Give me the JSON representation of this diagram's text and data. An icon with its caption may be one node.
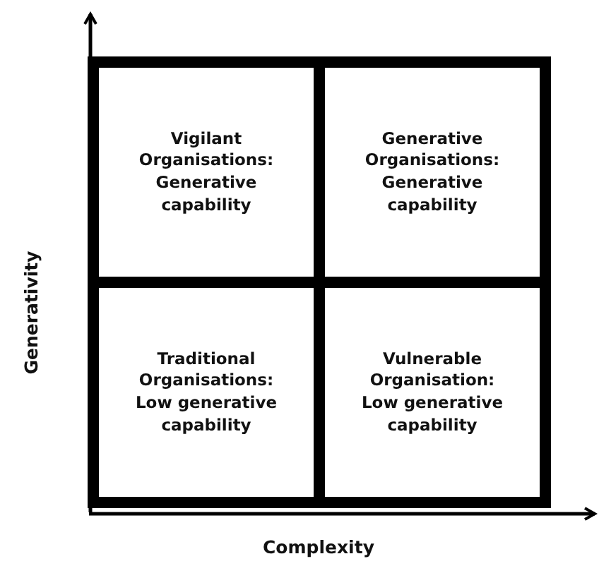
{
  "diagram": {
    "nodes": [
      {
        "text": [
          "Vigilant Organisations: Generative capability"
        ]
      },
      {
        "text": [
          "Generative Organisations: Generative capability"
        ]
      },
      {
        "text": [
          "Traditional Organisations: Low generative capability"
        ]
      },
      {
        "text": [
          "Vulnerable Organisation: Low generative capability"
        ]
      }
    ],
    "edges": [],
    "labels": [
      "Generativity",
      "Complexity"
    ]
  }
}
